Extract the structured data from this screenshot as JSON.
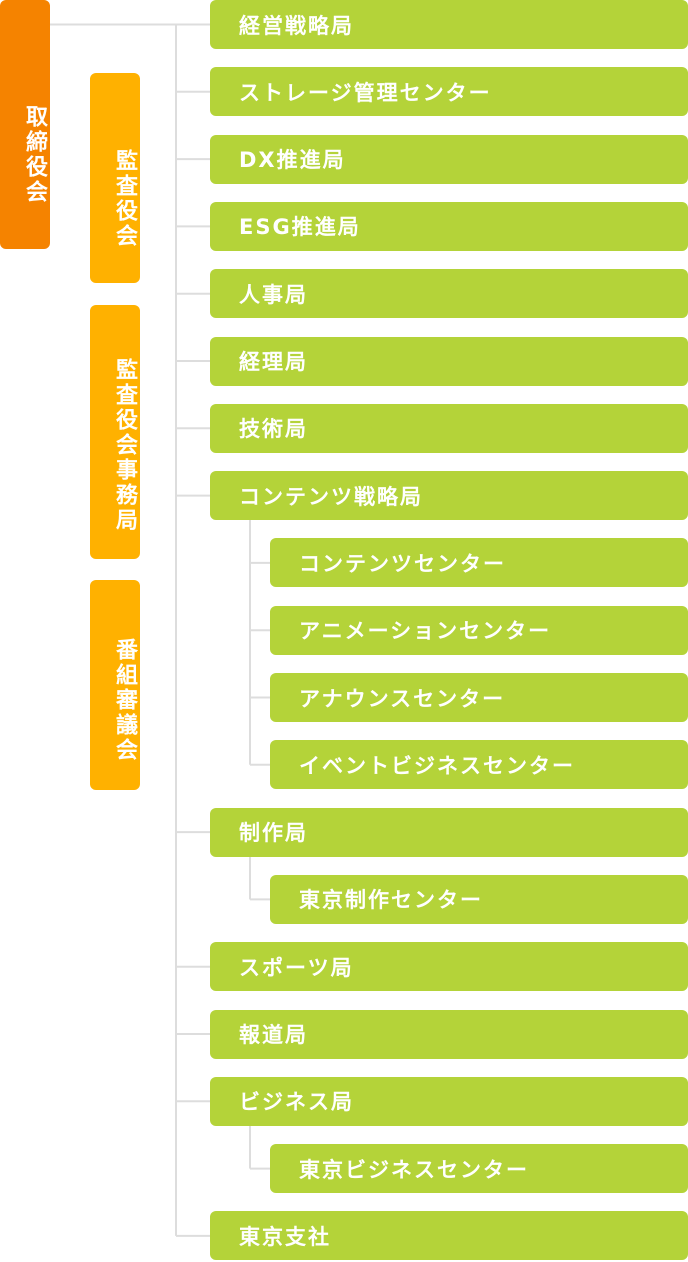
{
  "board": {
    "label": "取締役会"
  },
  "side_boxes": [
    {
      "label": "監査役会"
    },
    {
      "label": "監査役会事務局"
    },
    {
      "label": "番組審議会"
    }
  ],
  "units": [
    {
      "label": "経営戦略局",
      "level": 0
    },
    {
      "label": "ストレージ管理センター",
      "level": 0
    },
    {
      "label": "DX推進局",
      "level": 0
    },
    {
      "label": "ESG推進局",
      "level": 0
    },
    {
      "label": "人事局",
      "level": 0
    },
    {
      "label": "経理局",
      "level": 0
    },
    {
      "label": "技術局",
      "level": 0
    },
    {
      "label": "コンテンツ戦略局",
      "level": 0
    },
    {
      "label": "コンテンツセンター",
      "level": 1
    },
    {
      "label": "アニメーションセンター",
      "level": 1
    },
    {
      "label": "アナウンスセンター",
      "level": 1
    },
    {
      "label": "イベントビジネスセンター",
      "level": 1
    },
    {
      "label": "制作局",
      "level": 0
    },
    {
      "label": "東京制作センター",
      "level": 1
    },
    {
      "label": "スポーツ局",
      "level": 0
    },
    {
      "label": "報道局",
      "level": 0
    },
    {
      "label": "ビジネス局",
      "level": 0
    },
    {
      "label": "東京ビジネスセンター",
      "level": 1
    },
    {
      "label": "東京支社",
      "level": 0
    }
  ],
  "colors": {
    "board": "#f58300",
    "side": "#ffb100",
    "unit": "#b4d339",
    "line": "#dddddd"
  }
}
